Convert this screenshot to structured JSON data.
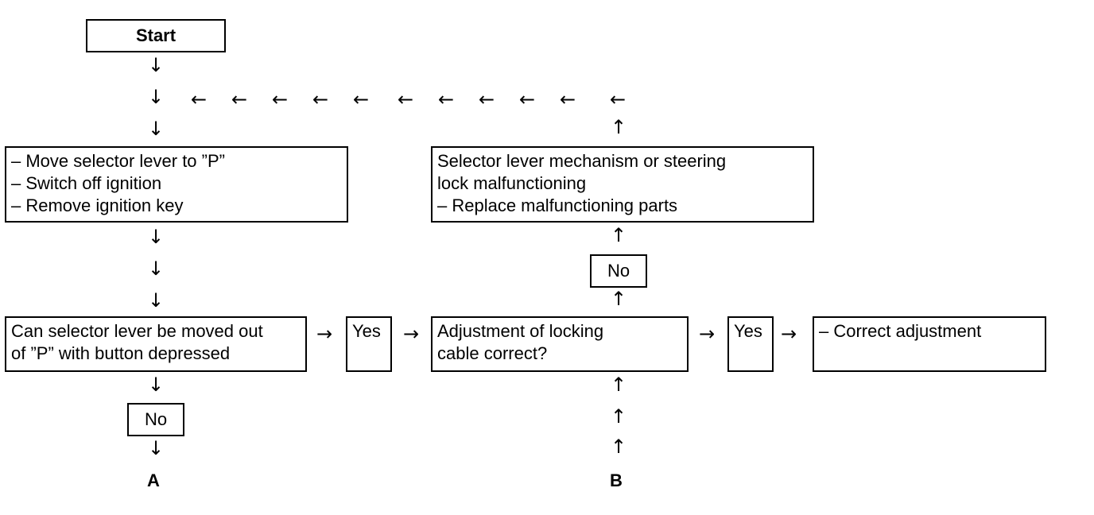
{
  "start": {
    "label": "Start"
  },
  "box_actions": {
    "lines": [
      "– Move selector lever to ”P”",
      "– Switch off ignition",
      "– Remove ignition key"
    ]
  },
  "box_question": {
    "lines": [
      "Can selector lever be moved out",
      "of ”P” with button depressed"
    ]
  },
  "yes1": {
    "label": "Yes"
  },
  "no1": {
    "label": "No"
  },
  "box_adjust": {
    "lines": [
      "Adjustment of locking",
      "cable correct?"
    ]
  },
  "yes2": {
    "label": "Yes"
  },
  "box_correct": {
    "lines": [
      "– Correct adjustment"
    ]
  },
  "no2": {
    "label": "No"
  },
  "box_malfunction": {
    "lines": [
      "Selector lever mechanism or steering",
      "lock malfunctioning",
      "– Replace malfunctioning parts"
    ]
  },
  "connector_a": "A",
  "connector_b": "B",
  "arrows": {
    "down": "↓",
    "up": "↑",
    "left": "←",
    "right": "→"
  }
}
